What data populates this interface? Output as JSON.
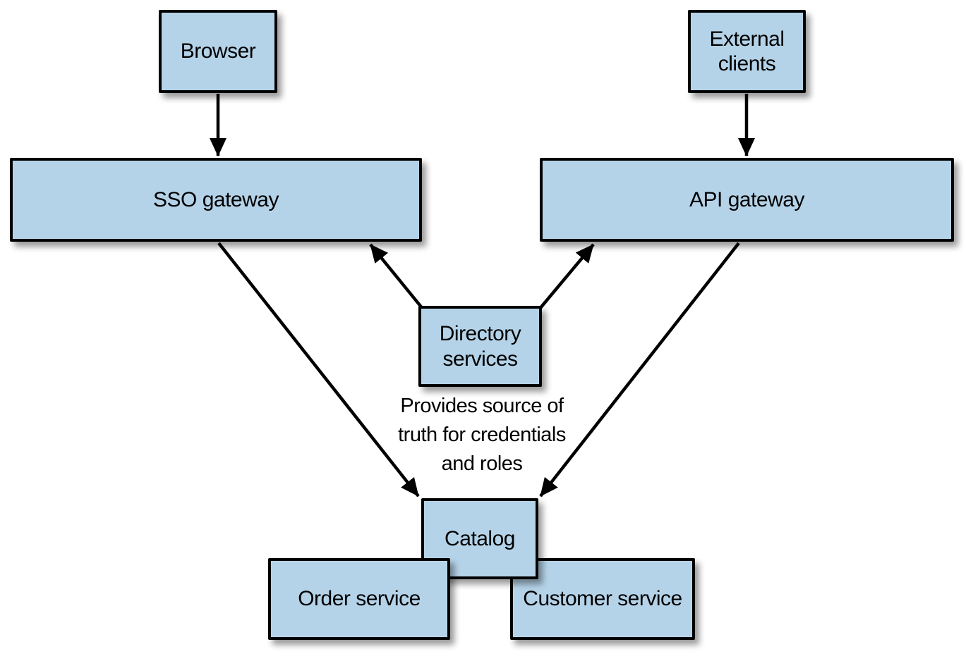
{
  "diagram": {
    "type": "architecture-diagram",
    "nodes": {
      "browser": {
        "label": "Browser"
      },
      "external_clients": {
        "label": "External clients"
      },
      "sso_gateway": {
        "label": "SSO gateway"
      },
      "api_gateway": {
        "label": "API gateway"
      },
      "directory_services": {
        "label": "Directory services"
      },
      "catalog": {
        "label": "Catalog"
      },
      "order_service": {
        "label": "Order service"
      },
      "customer_service": {
        "label": "Customer service"
      }
    },
    "caption": {
      "text": "Provides source of\ntruth for credentials\nand roles"
    },
    "edges": [
      {
        "from": "browser",
        "to": "sso_gateway",
        "style": "arrow"
      },
      {
        "from": "external_clients",
        "to": "api_gateway",
        "style": "arrow"
      },
      {
        "from": "directory_services",
        "to": "sso_gateway",
        "style": "arrow"
      },
      {
        "from": "directory_services",
        "to": "api_gateway",
        "style": "arrow"
      },
      {
        "from": "sso_gateway",
        "to": "catalog",
        "style": "arrow"
      },
      {
        "from": "api_gateway",
        "to": "catalog",
        "style": "arrow"
      }
    ],
    "colors": {
      "node_fill": "#B5D3E8",
      "node_border": "#000000",
      "arrow": "#000000",
      "text": "#000000",
      "background": "#FFFFFF"
    }
  }
}
